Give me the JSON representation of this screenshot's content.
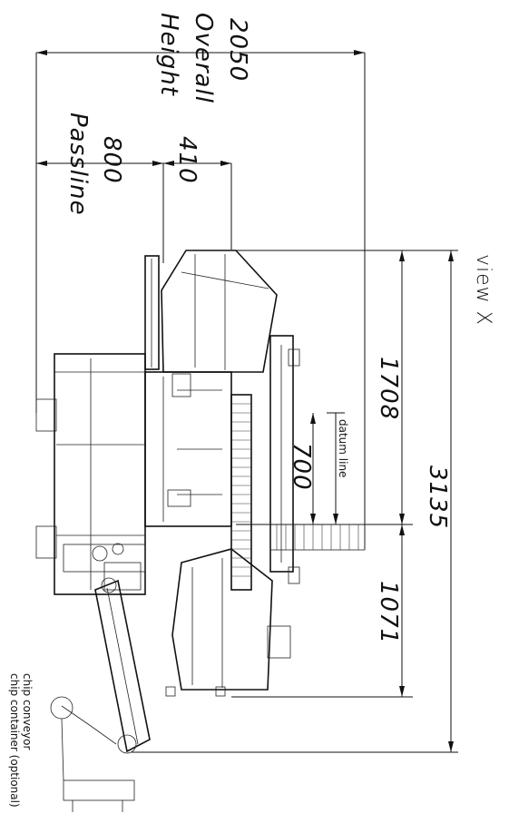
{
  "view_label": "view X",
  "dimensions": {
    "overall_height_value": "2050",
    "overall_height_line1": "Overall",
    "overall_height_line2": "Height",
    "passline_value": "800",
    "passline_label": "Passline",
    "offset_value": "410",
    "length_upper": "1708",
    "datum_value": "700",
    "datum_label": "datum line",
    "total_length": "3135",
    "length_lower": "1071"
  },
  "callouts": {
    "chip_conveyor": "chip conveyor",
    "chip_container": "chip container (optional)"
  }
}
